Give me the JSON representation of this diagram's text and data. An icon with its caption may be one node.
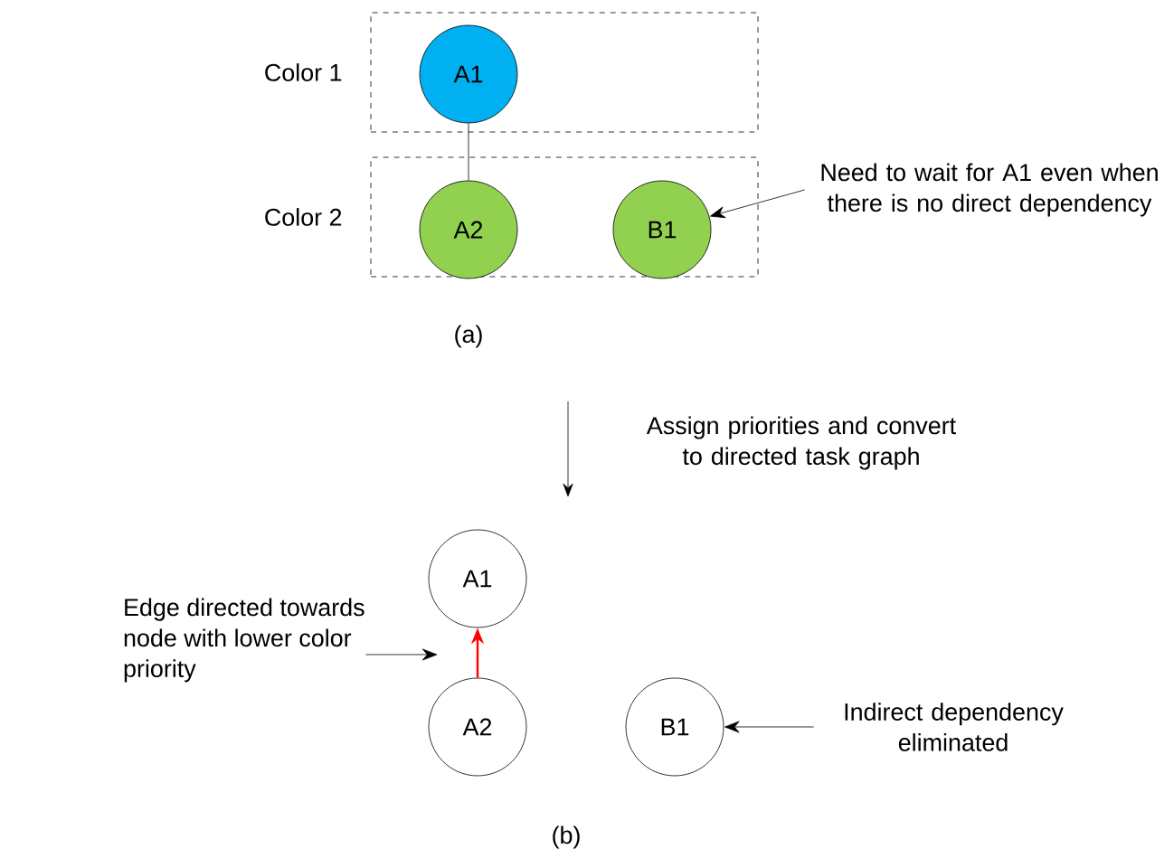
{
  "diagram": {
    "nodes": [
      {
        "text": [
          "Color 1"
        ]
      },
      {
        "text": [
          "A1"
        ],
        "in": 0
      },
      {
        "text": [
          "Color 2"
        ]
      },
      {
        "text": [
          "A2"
        ],
        "in": 2
      },
      {
        "text": [
          "B1"
        ],
        "in": 2
      },
      {
        "text": [
          "Need to wait for A1 even when there is no direct dependency"
        ]
      },
      {
        "text": [
          "A1"
        ]
      },
      {
        "text": [
          "A2"
        ]
      },
      {
        "text": [
          "B1"
        ]
      },
      {
        "text": [
          "Edge directed towards node with lower color priority"
        ]
      },
      {
        "text": [
          "Indirect dependency eliminated"
        ]
      }
    ],
    "edges": [
      {
        "from": 1,
        "to": 3,
        "arrow": "none"
      },
      {
        "from": 5,
        "to": 4,
        "arrow": "to"
      },
      {
        "from": 7,
        "to": 6,
        "arrow": "to",
        "color": "#ff0000"
      },
      {
        "from": 9,
        "to": null,
        "arrow": "to"
      },
      {
        "from": 10,
        "to": 8,
        "arrow": "to"
      }
    ],
    "labels": [
      "(a)",
      "Assign priorities and convert to directed task graph",
      "(b)"
    ]
  }
}
